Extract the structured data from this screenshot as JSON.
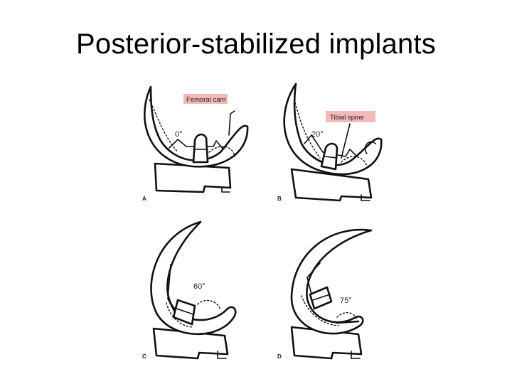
{
  "slide": {
    "title": "Posterior-stabilized implants"
  },
  "panels": [
    {
      "letter": "A",
      "angle": "0°"
    },
    {
      "letter": "B",
      "angle": "20°"
    },
    {
      "letter": "C",
      "angle": "60°"
    },
    {
      "letter": "D",
      "angle": "75°"
    }
  ],
  "callouts": {
    "femoral_cam": "Femoral cam",
    "tibial_spine": "Tibial spine"
  },
  "colors": {
    "callout_background": "#f3b8b8",
    "line": "#111111"
  }
}
